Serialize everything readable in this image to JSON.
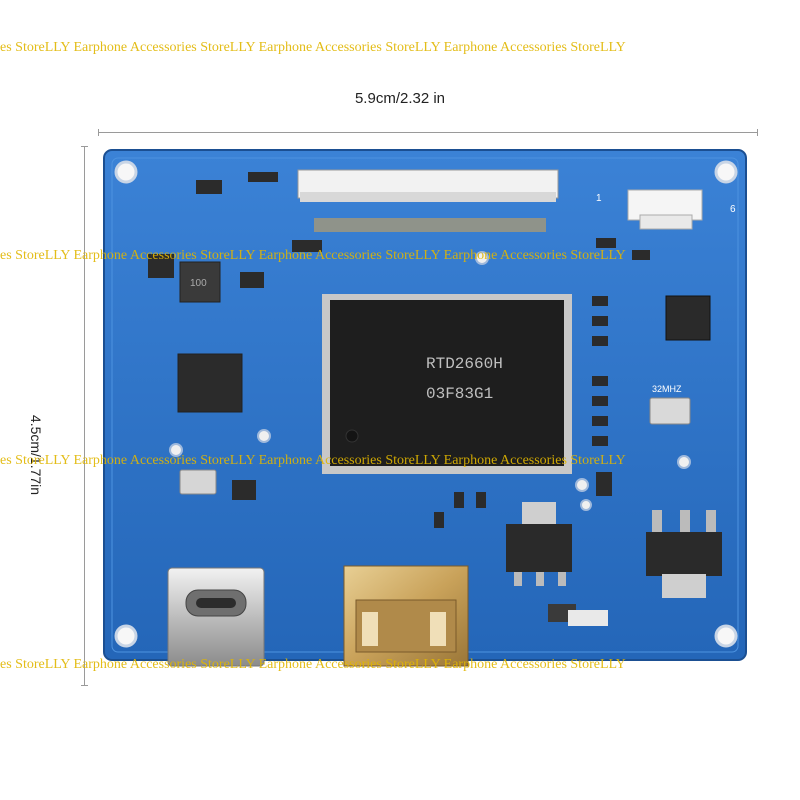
{
  "dimensions": {
    "width_label": "5.9cm/2.32 in",
    "height_label": "4.5cm/1.77in"
  },
  "watermark": {
    "text": "es StoreLLY Earphone Accessories StoreLLY Earphone Accessories StoreLLY Earphone Accessories StoreLLY"
  },
  "board": {
    "main_chip_text": [
      "RTD2660H",
      "03F83G1"
    ],
    "crystal_label": "32MHZ",
    "inductor_label": "100",
    "connector_pin_1": "1",
    "connector_pin_6": "6",
    "colors": {
      "pcb": "#2a6fc4",
      "pcb_dark": "#1d5aa8",
      "silkscreen": "#ffffff",
      "gold": "#c9a25a"
    },
    "icons": [
      "usb-c-port",
      "mini-hdmi-port",
      "ffc-connector",
      "qfp-chip"
    ]
  }
}
